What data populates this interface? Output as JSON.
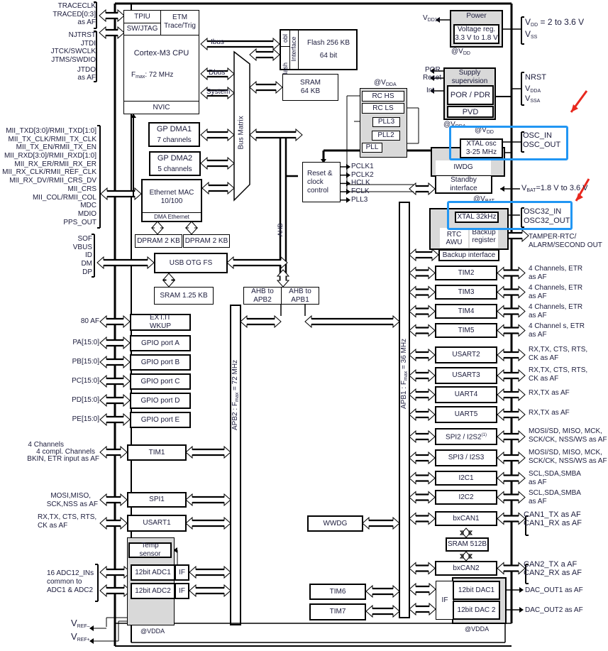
{
  "trace_pins": [
    "TRACECLK",
    "TRACED[0:3]",
    "as AF"
  ],
  "jtag_pins": [
    "NJTRST",
    "JTDI",
    "JTCK/SWCLK",
    "JTMS/SWDIO",
    "JTDO",
    "as AF"
  ],
  "eth_pins": [
    "MII_TXD[3:0]/RMII_TXD[1:0]",
    "MII_TX_CLK/RMII_TX_CLK",
    "MII_TX_EN/RMII_TX_EN",
    "MII_RXD[3:0]/RMII_RXD[1:0]",
    "MII_RX_ER/RMII_RX_ER",
    "MII_RX_CLK/RMII_REF_CLK",
    "MII_RX_DV/RMII_CRS_DV",
    "MII_CRS",
    "MII_COL/RMII_COL",
    "MDC",
    "MDIO",
    "PPS_OUT"
  ],
  "usb_pins": [
    "SOF",
    "VBUS",
    "ID",
    "DM",
    "DP"
  ],
  "cpu": {
    "tpiu": "TPIU",
    "swjtag": "SW/JTAG",
    "etm1": "ETM",
    "etm2": "Trace/Trig",
    "name": "Cortex-M3 CPU",
    "fmax_f": "F",
    "fmax_sub": "max",
    "fmax_val": ": 72 MHz",
    "nvic": "NVIC"
  },
  "buses": {
    "ibus": "Ibus",
    "dbus": "Dbus",
    "system": "System",
    "bus_matrix": "Bus Matrix",
    "ahb": "AHB",
    "apb2": "APB2 : F",
    "apb2_sub": "max",
    "apb2_val": " = 72 MHz",
    "apb1": "APB1 : F",
    "apb1_sub": "max",
    "apb1_val": " = 36 MHz"
  },
  "flash": {
    "flash_if1": "Flash",
    "flash_if2": "obl",
    "flash_if3": "Interface",
    "line1": "Flash 256 KB",
    "line2": "64 bit"
  },
  "sram64": {
    "line1": "SRAM",
    "line2": "64 KB"
  },
  "dma1": {
    "line1": "GP DMA1",
    "line2": "7 channels"
  },
  "dma2": {
    "line1": "GP DMA2",
    "line2": "5 channels"
  },
  "eth": {
    "line1": "Ethernet  MAC",
    "line2": "10/100",
    "dma": "DMA Ethernet"
  },
  "dpram": [
    "DPRAM 2 KB",
    "DPRAM 2 KB"
  ],
  "usb": "USB OTG FS",
  "sram125": "SRAM 1.25 KB",
  "bridges": {
    "apb2_1": "AHB to",
    "apb2_2": "APB2",
    "apb1_1": "AHB to",
    "apb1_2": "APB1"
  },
  "rcc": {
    "line1": "Reset &",
    "line2": "clock",
    "line3": "control",
    "outputs": [
      "PCLK1",
      "PCLK2",
      "HCLK",
      "FCLK",
      "PLL3"
    ]
  },
  "clocks": {
    "vdda": "@V",
    "vdda_sub": "DDA",
    "rc_hs": "RC HS",
    "rc_ls": "RC LS",
    "pll3": "PLL3",
    "pll2": "PLL2",
    "pll": "PLL"
  },
  "power": {
    "title": "Power",
    "reg1": "Voltage reg.",
    "reg2": "3.3 V to 1.8 V",
    "vdd18": "V",
    "vdd18_sub": "DD18",
    "at_vdd": "@V",
    "at_vdd_sub": "DD",
    "vdd_range": "V",
    "vdd_range_sub": "DD",
    "vdd_range_val": " = 2 to 3.6 V",
    "vss": "V",
    "vss_sub": "SS"
  },
  "supply": {
    "title1": "Supply",
    "title2": "supervision",
    "por": "POR / PDR",
    "pvd": "PVD",
    "por_out": "POR",
    "reset_out": "Reset",
    "int_out": "Int",
    "nrst": "NRST",
    "vdda": "V",
    "vdda_sub": "DDA",
    "vssa": "V",
    "vssa_sub": "SSA"
  },
  "osc": {
    "at_vdda": "@V",
    "at_vdda_sub": "DDA",
    "at_vdd": "@V",
    "at_vdd_sub": "DD",
    "xtal1": "XTAL osc",
    "xtal2": "3-25 MHz",
    "osc_in": "OSC_IN",
    "osc_out": "OSC_OUT",
    "iwdg": "IWDG",
    "standby1": "Standby",
    "standby2": "interface"
  },
  "vbat": {
    "label": "V",
    "sub": "BAT",
    "val": "=1.8 V to 3.6 V",
    "at": "@V",
    "at_sub": "BAT"
  },
  "rtc": {
    "xtal32": "XTAL 32kHz",
    "rtc1": "RTC",
    "rtc2": "AWU",
    "bkp1": "Backup",
    "bkp2": "register",
    "bkp_if": "Backup interface",
    "osc32_in": "OSC32_IN",
    "osc32_out": "OSC32_OUT",
    "tamper1": "TAMPER-RTC/",
    "tamper2": "ALARM/SECOND OUT"
  },
  "apb1_periphs": [
    {
      "name": "TIM2",
      "pins": [
        "4 Channels, ETR",
        "as AF"
      ]
    },
    {
      "name": "TIM3",
      "pins": [
        "4 Channels, ETR",
        "as AF"
      ]
    },
    {
      "name": "TIM4",
      "pins": [
        "4 Channels, ETR",
        "as AF"
      ]
    },
    {
      "name": "TIM5",
      "pins": [
        "4 Channel s, ETR",
        "as AF"
      ]
    },
    {
      "name": "USART2",
      "pins": [
        "RX,TX, CTS, RTS,",
        "CK as AF"
      ]
    },
    {
      "name": "USART3",
      "pins": [
        "RX,TX, CTS, RTS,",
        "CK as AF"
      ]
    },
    {
      "name": "UART4",
      "pins": [
        "RX,TX as AF",
        ""
      ]
    },
    {
      "name": "UART5",
      "pins": [
        "RX,TX as AF",
        ""
      ]
    },
    {
      "name": "SPI2 / I2S2",
      "sup": "(1)",
      "pins": [
        "MOSI/SD, MISO, MCK,",
        "SCK/CK, NSS/WS as AF"
      ]
    },
    {
      "name": "SPI3 / I2S3",
      "pins": [
        "MOSI/SD, MISO, MCK,",
        "SCK/CK, NSS/WS as AF"
      ]
    },
    {
      "name": "I2C1",
      "pins": [
        "SCL,SDA,SMBA",
        "as AF"
      ]
    },
    {
      "name": "I2C2",
      "pins": [
        "SCL,SDA,SMBA",
        "as AF"
      ]
    },
    {
      "name": "bxCAN1",
      "pins": [
        "CAN1_TX as AF",
        "CAN1_RX as AF"
      ]
    },
    {
      "name": "bxCAN2",
      "pins": [
        "CAN2_TX a AF",
        "CAN2_RX as AF"
      ]
    }
  ],
  "sram512": "SRAM 512B",
  "dac": {
    "if": "IF",
    "dac1": "12bit  DAC1",
    "dac2": "12bit DAC 2",
    "out1": "DAC_OUT1 as AF",
    "out2": "DAC_OUT2 as AF",
    "vdda": "@VDDA"
  },
  "wwdg": "WWDG",
  "tim6": "TIM6",
  "tim7": "TIM7",
  "apb2_periphs": {
    "extit1": "EXT.IT",
    "extit2": "WKUP",
    "extit_pins": "80 AF",
    "gpio": [
      {
        "name": "GPIO port A",
        "pins": "PA[15:0]"
      },
      {
        "name": "GPIO port B",
        "pins": "PB[15:0]"
      },
      {
        "name": "GPIO port C",
        "pins": "PC[15:0]"
      },
      {
        "name": "GPIO port D",
        "pins": "PD[15:0]"
      },
      {
        "name": "GPIO port E",
        "pins": "PE[15:0]"
      }
    ],
    "tim1": "TIM1",
    "tim1_pins": [
      "4 Channels",
      "4 compl.  Channels",
      "BKIN, ETR input as AF"
    ],
    "spi1": "SPI1",
    "spi1_pins": [
      "MOSI,MISO,",
      "SCK,NSS as AF"
    ],
    "usart1": "USART1",
    "usart1_pins": [
      "RX,TX, CTS, RTS,",
      "CK as AF"
    ]
  },
  "adc": {
    "temp": "Temp sensor",
    "adc1": "12bit ADC1",
    "adc2": "12bit ADC2",
    "if": "IF",
    "pins": [
      "16 ADC12_INs",
      "common to",
      "ADC1 & ADC2"
    ],
    "vdda": "@VDDA",
    "vref_minus": "V",
    "vref_minus_sub": "REF–",
    "vref_plus": "V",
    "vref_plus_sub": "REF+"
  },
  "colors": {
    "highlight": "#2196f3",
    "annotation_arrow": "#e8281e",
    "block_gray": "#d9d9d9"
  }
}
